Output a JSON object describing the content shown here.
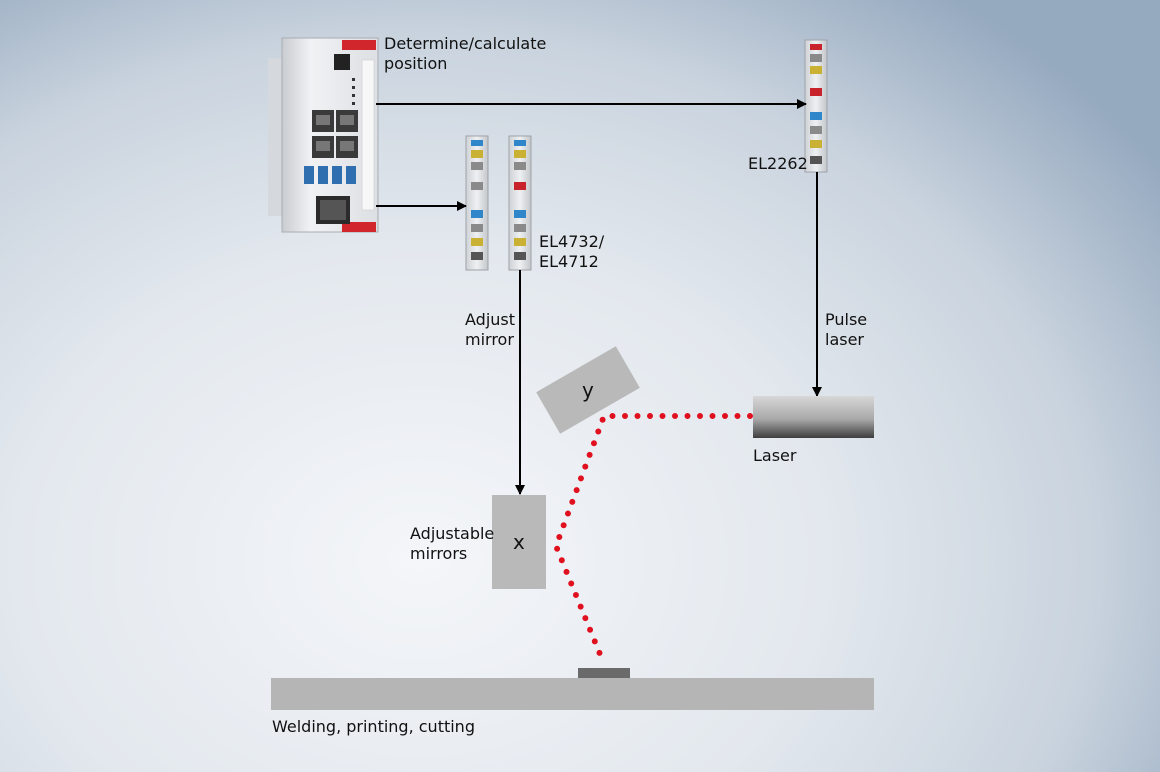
{
  "labels": {
    "position": "Determine/calculate\nposition",
    "el2262": "EL2262",
    "el4732": "EL4732/\nEL4712",
    "adjust_mirror": "Adjust\nmirror",
    "pulse_laser": "Pulse\nlaser",
    "laser": "Laser",
    "adjustable_mirrors": "Adjustable\nmirrors",
    "workpiece": "Welding, printing, cutting",
    "mirror_x": "x",
    "mirror_y": "y"
  },
  "colors": {
    "beam": "#e0101f",
    "arrow": "#000000",
    "mirror_fill": "#b9b9b9",
    "terminal_red": "#c8222a",
    "terminal_blue": "#2f86c9",
    "terminal_yellow": "#c9b233",
    "ipc_body": "#e7e9ec"
  },
  "icons": {
    "controller": "industrial-pc-icon",
    "terminal": "io-terminal-icon"
  }
}
